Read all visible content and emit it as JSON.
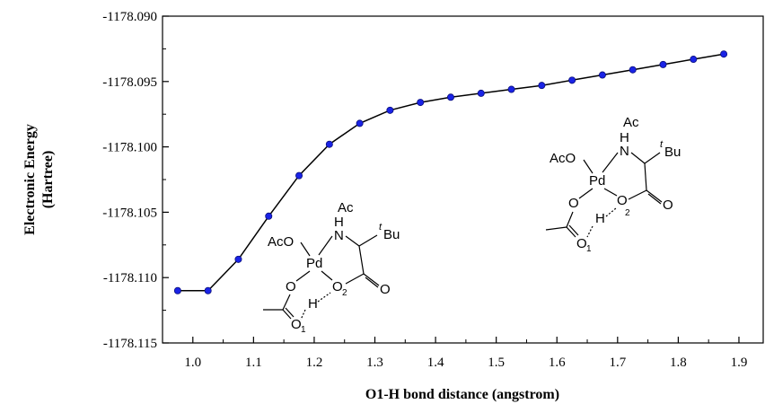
{
  "chart_data": {
    "type": "line",
    "xlabel": "O1-H bond distance (angstrom)",
    "ylabel_line1": "Electronic Energy",
    "ylabel_line2": "(Hartree)",
    "xlim": [
      0.95,
      1.94
    ],
    "ylim": [
      -1178.115,
      -1178.09
    ],
    "x_ticks": [
      "1.0",
      "1.1",
      "1.2",
      "1.3",
      "1.4",
      "1.5",
      "1.6",
      "1.7",
      "1.8",
      "1.9"
    ],
    "y_ticks": [
      "-1178.090",
      "-1178.095",
      "-1178.100",
      "-1178.105",
      "-1178.110",
      "-1178.115"
    ],
    "grid": false,
    "marker_color": "#1a23e6",
    "line_color": "#000000",
    "series": [
      {
        "x": [
          0.975,
          1.025,
          1.075,
          1.125,
          1.175,
          1.225,
          1.275,
          1.325,
          1.375,
          1.425,
          1.475,
          1.525,
          1.575,
          1.625,
          1.675,
          1.725,
          1.775,
          1.825,
          1.875
        ],
        "y": [
          -1178.111,
          -1178.111,
          -1178.1086,
          -1178.1053,
          -1178.1022,
          -1178.0998,
          -1178.0982,
          -1178.0972,
          -1178.0966,
          -1178.0962,
          -1178.0959,
          -1178.0956,
          -1178.0953,
          -1178.0949,
          -1178.0945,
          -1178.0941,
          -1178.0937,
          -1178.0933,
          -1178.0929
        ]
      }
    ]
  },
  "structures": {
    "ac": "Ac",
    "n": "N",
    "h_nh": "H",
    "tbu_sup": "t",
    "tbu": "Bu",
    "aco": "AcO",
    "pd": "Pd",
    "o": "O",
    "o2": "O",
    "o2_sub": "2",
    "h": "H",
    "o1": "O",
    "o1_sub": "1",
    "o_carbonyl": "O"
  }
}
